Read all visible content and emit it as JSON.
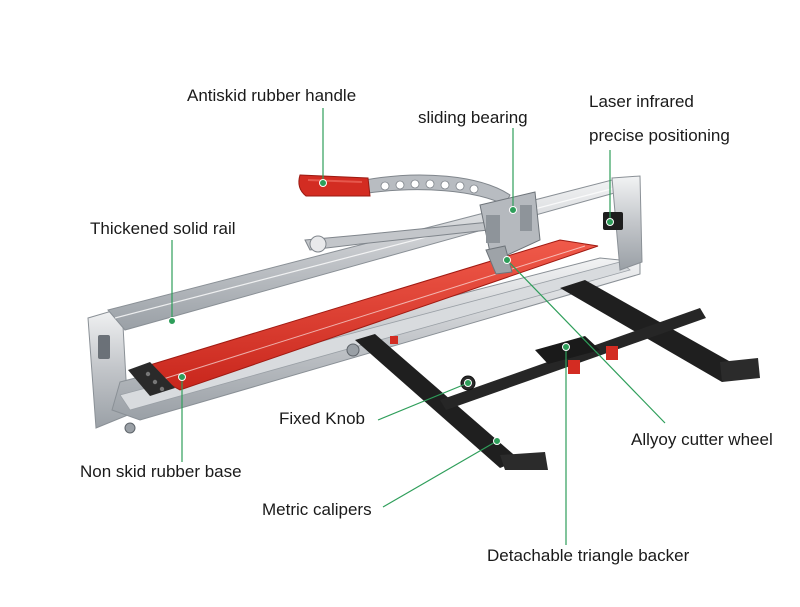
{
  "labels": {
    "handle": "Antiskid rubber handle",
    "bearing": "sliding bearing",
    "laser_line1": "Laser infrared",
    "laser_line2": "precise positioning",
    "rail": "Thickened solid rail",
    "knob": "Fixed Knob",
    "wheel": "Allyoy cutter wheel",
    "base": "Non skid rubber base",
    "calipers": "Metric calipers",
    "backer": "Detachable triangle backer"
  },
  "colors": {
    "leader": "#2e9e5a",
    "dot": "#2e9e5a",
    "red": "#e0362c",
    "dark_red": "#b81f17",
    "aluminum": "#c9ccd0",
    "black": "#1c1c1c"
  }
}
